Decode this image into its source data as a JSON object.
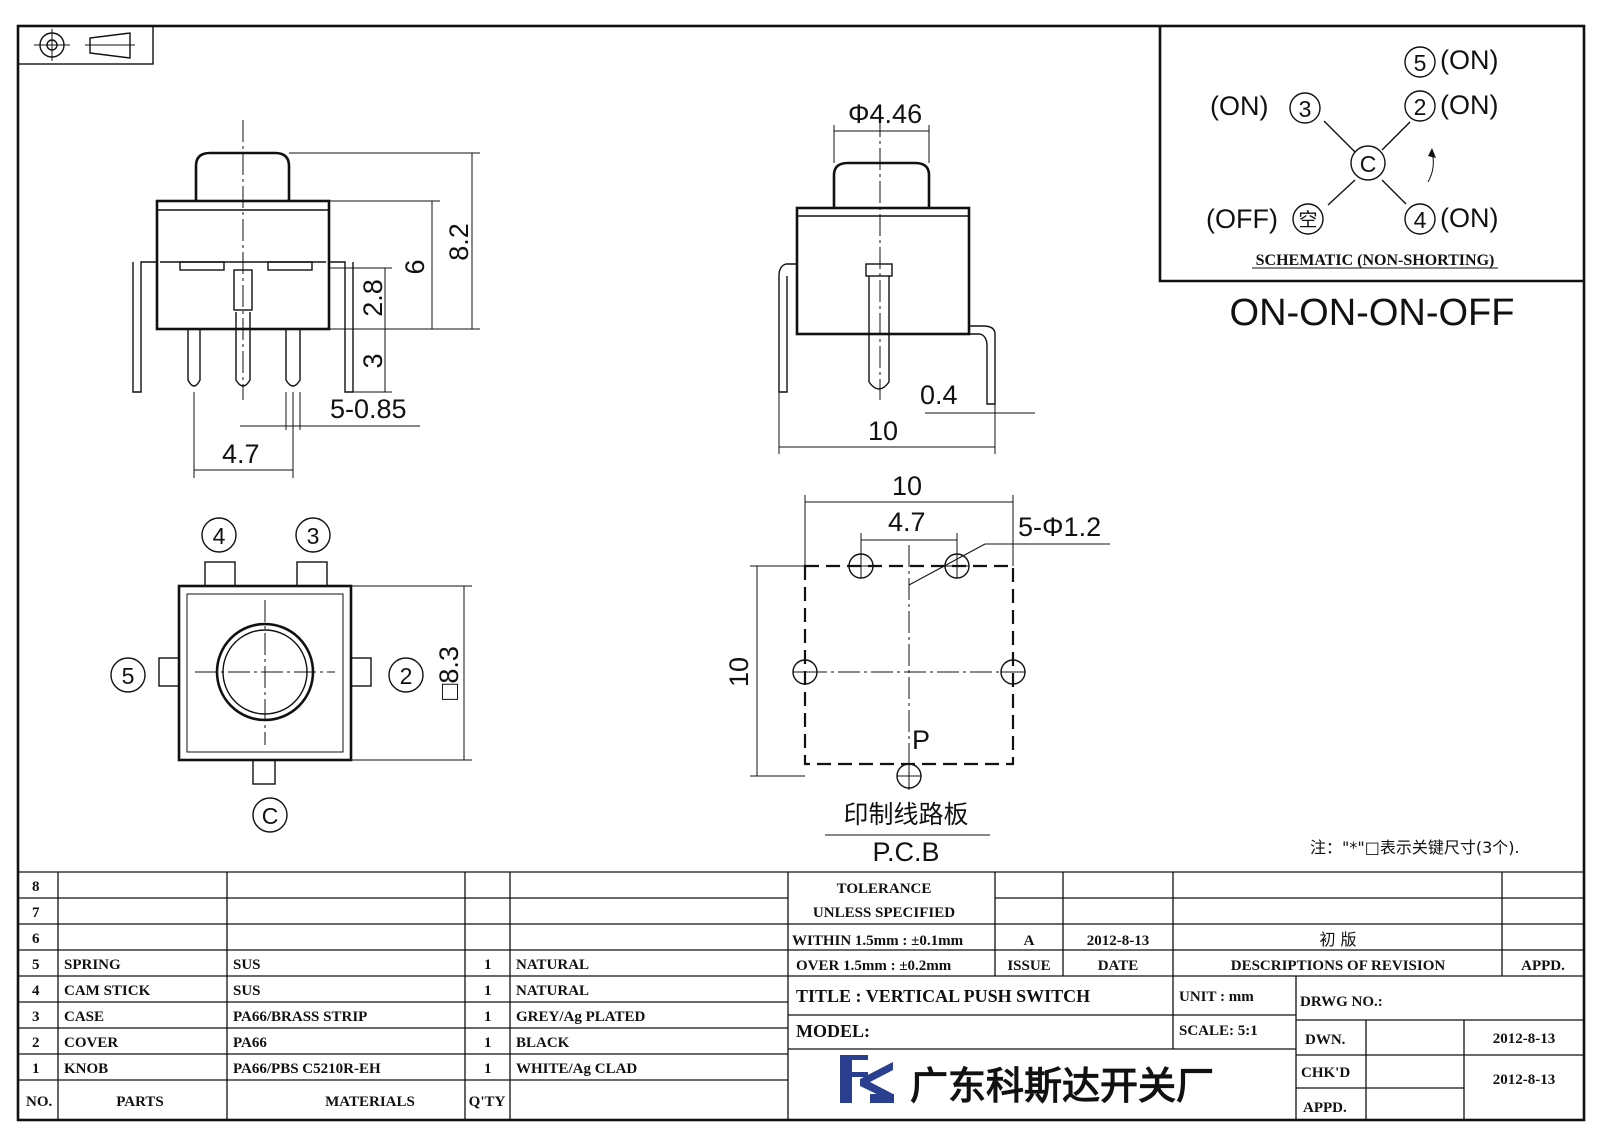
{
  "front_view": {
    "dim_height_total": "8.2",
    "dim_height_body": "6",
    "dim_height_mid": "2.8",
    "dim_height_pin": "3",
    "dim_pin_width": "5-0.85",
    "dim_pin_pitch": "4.7"
  },
  "side_view": {
    "dim_knob_dia": "Φ4.46",
    "dim_width": "10",
    "dim_bracket": "0.4"
  },
  "top_view": {
    "dim_square": "□8.3",
    "terminal_4": "4",
    "terminal_3": "3",
    "terminal_5": "5",
    "terminal_2": "2",
    "terminal_c": "C"
  },
  "pcb_view": {
    "dim_top": "10",
    "dim_pitch": "4.7",
    "dim_holes": "5-Φ1.2",
    "dim_side": "10",
    "marker_p": "P",
    "label_cn": "印制线路板",
    "label_en": "P.C.B"
  },
  "schematic": {
    "t5": "5",
    "t5_state": "(ON)",
    "t3": "3",
    "t3_state": "(ON)",
    "t2": "2",
    "t2_state": "(ON)",
    "tc": "C",
    "t_empty": "空",
    "t_empty_state": "(OFF)",
    "t4": "4",
    "t4_state": "(ON)",
    "caption": "SCHEMATIC (NON-SHORTING)",
    "mode": "ON-ON-ON-OFF"
  },
  "note": "注：\"*\"□表示关键尺寸(3个).",
  "parts_table": {
    "rows": [
      {
        "no": "8",
        "part": "",
        "material": "",
        "qty": "",
        "finish": ""
      },
      {
        "no": "7",
        "part": "",
        "material": "",
        "qty": "",
        "finish": ""
      },
      {
        "no": "6",
        "part": "",
        "material": "",
        "qty": "",
        "finish": ""
      },
      {
        "no": "5",
        "part": "SPRING",
        "material": "SUS",
        "qty": "1",
        "finish": "NATURAL"
      },
      {
        "no": "4",
        "part": "CAM STICK",
        "material": "SUS",
        "qty": "1",
        "finish": "NATURAL"
      },
      {
        "no": "3",
        "part": "CASE",
        "material": "PA66/BRASS STRIP",
        "qty": "1",
        "finish": "GREY/Ag PLATED"
      },
      {
        "no": "2",
        "part": "COVER",
        "material": "PA66",
        "qty": "1",
        "finish": "BLACK"
      },
      {
        "no": "1",
        "part": "KNOB",
        "material": "PA66/PBS C5210R-EH",
        "qty": "1",
        "finish": "WHITE/Ag CLAD"
      }
    ],
    "header": {
      "no": "NO.",
      "part": "PARTS",
      "material": "MATERIALS",
      "qty": "Q'TY"
    }
  },
  "tolerance": {
    "line1": "TOLERANCE",
    "line2": "UNLESS  SPECIFIED",
    "line3": "WITHIN 1.5mm : ±0.1mm",
    "line4": "OVER 1.5mm : ±0.2mm"
  },
  "revision": {
    "issue": "A",
    "date": "2012-8-13",
    "description": "初 版",
    "h_issue": "ISSUE",
    "h_date": "DATE",
    "h_desc": "DESCRIPTIONS OF REVISION",
    "h_appd": "APPD."
  },
  "title_block": {
    "title": "TITLE :  VERTICAL PUSH SWITCH",
    "model": "MODEL:",
    "unit": "UNIT :  mm",
    "scale": "SCALE:  5:1",
    "drwg_no": "DRWG NO.:",
    "dwn": "DWN.",
    "dwn_date": "2012-8-13",
    "chkd": "CHK'D",
    "chkd_date": "2012-8-13",
    "appd": "APPD.",
    "company": "广东科斯达开关厂"
  },
  "colors": {
    "ink": "#111111",
    "logo_blue": "#2a3f8f",
    "paper": "#ffffff"
  }
}
